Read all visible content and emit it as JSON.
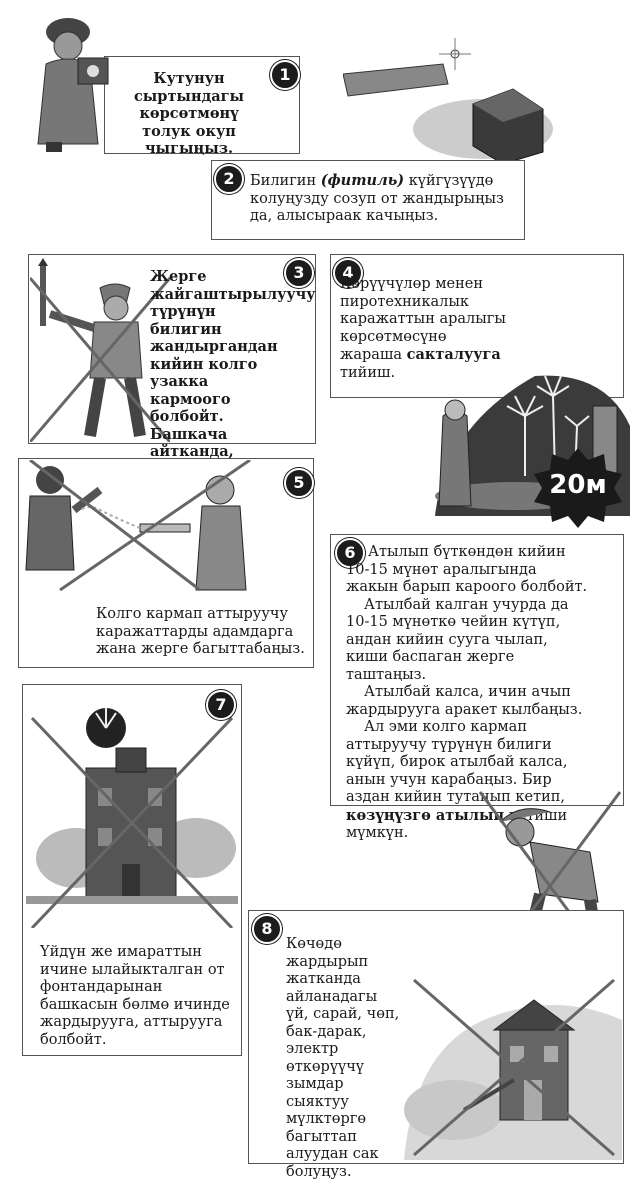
{
  "steps": [
    {
      "num": "1",
      "text": "Кутунун сыртындагы көрсөтмөнү толук окуп чыгыңыз."
    },
    {
      "num": "2",
      "pre": "Билигин ",
      "italic": "(фитиль)",
      "post": " күйгүзүүдө колуңузду созуп от жандырыңыз да, алысыраак качыңыз."
    },
    {
      "num": "3",
      "text": "Жерге жайгаштырылуучу түрүнүн билигин жандыргандан кийин колго узакка кармоого болбойт. Башкача айтканда, күйгүзүп туруп эле качып кетүү зарыл."
    },
    {
      "num": "4",
      "pre": "Көрүүчүлөр менен пиротехникалык каражаттын аралыгы көрсөтмөсүнө жараша ",
      "bold": "сакталууга",
      "post": " тийиш.",
      "badge": "20м"
    },
    {
      "num": "5",
      "text": "Колго кармап аттыруучу каражаттарды адамдарга жана жерге багыттабаңыз."
    },
    {
      "num": "6",
      "p1": "Атылып бүткөндөн кийин 10-15 мүнөт аралыгында жакын барып кароого болбойт.",
      "p2": "Атылбай калган учурда да 10-15 мүнөткө чейин күтүп, андан кийин суугa чылап, киши баспаган жерге таштаңыз.",
      "p3": "Атылбай калса, ичин ачып жардырууга аракет кылбаңыз.",
      "p4a": "Ал эми колго кармап аттыруучу түрүнүн билиги күйүп, бирок атылбай калса, анын учун карабаңыз. Бир аздан кийин тутанып кетип, ",
      "p4b": "көзүңүзгө атылып",
      "p4c": " кетиши мүмкүн."
    },
    {
      "num": "7",
      "text": "Үйдүн же имараттын ичине ылайыкталган от фонтандарынан башкасын бөлмө ичинде жардырууга, аттырууга болбойт."
    },
    {
      "num": "8",
      "text": "Көчөдө жардырып жатканда айланадагы үй, сарай, чөп, бак-дарак, электр өткөрүүчү зымдар сыяктуу мүлктөргө багыттап алуудан сак болуңуз."
    }
  ]
}
